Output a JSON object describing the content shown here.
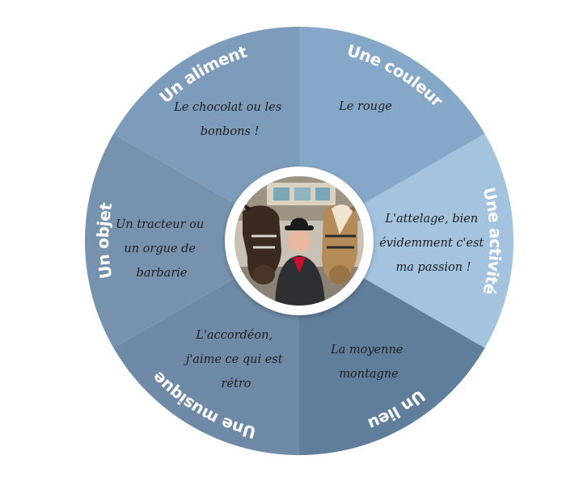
{
  "segments": [
    {
      "id": "couleur",
      "label": "Une couleur",
      "answer": [
        "Le rouge"
      ],
      "color": "#86a8c8"
    },
    {
      "id": "activite",
      "label": "Une activité",
      "answer": [
        "L'attelage, bien",
        "évidemment c'est",
        "ma passion !"
      ],
      "color": "#a3c3df"
    },
    {
      "id": "lieu",
      "label": "Un lieu",
      "answer": [
        "La moyenne",
        "montagne"
      ],
      "color": "#5f7e9b"
    },
    {
      "id": "musique",
      "label": "Une musique",
      "answer": [
        "L'accordéon,",
        "j'aime ce qui est",
        "rétro"
      ],
      "color": "#6e8aa6"
    },
    {
      "id": "objet",
      "label": "Un objet",
      "answer": [
        "Un tracteur ou",
        "un orgue de",
        "barbarie"
      ],
      "color": "#7792ae"
    },
    {
      "id": "aliment",
      "label": "Un aliment",
      "answer": [
        "Le chocolat ou les",
        "bonbons !"
      ],
      "color": "#7d9bba"
    }
  ],
  "center": {
    "photo_icon": "portrait-man-with-horses"
  }
}
